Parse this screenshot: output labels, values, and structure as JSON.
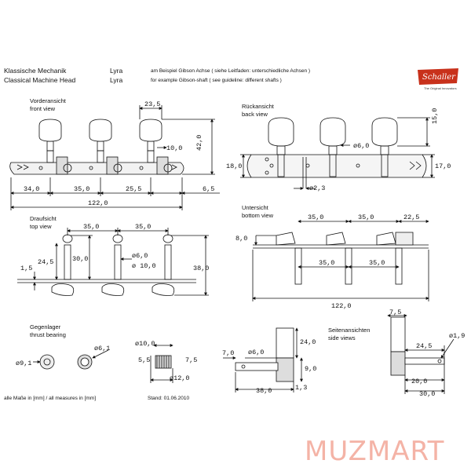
{
  "header": {
    "title_de": "Klassische Mechanik",
    "title_en": "Classical Machine Head",
    "model_de": "Lyra",
    "model_en": "Lyra",
    "note_de": "am Beispiel Gibson Achse ( siehe Leitfaden: unterschiedliche Achsen )",
    "note_en": "for example Gibson-shaft ( see guideline: different shafts )"
  },
  "logo": {
    "name": "Schaller",
    "tagline": "The Original Innovators"
  },
  "views": {
    "front": {
      "label_de": "Vorderansicht",
      "label_en": "front view"
    },
    "back": {
      "label_de": "Rückansicht",
      "label_en": "back view"
    },
    "top": {
      "label_de": "Draufsicht",
      "label_en": "top view"
    },
    "bottom": {
      "label_de": "Untersicht",
      "label_en": "bottom view"
    },
    "thrust": {
      "label_de": "Gegenlager",
      "label_en": "thrust bearing"
    },
    "side": {
      "label_de": "Seitenansichten",
      "label_en": "side views"
    }
  },
  "dims": {
    "front": [
      "23,5",
      "10,0",
      "42,0",
      "34,0",
      "35,0",
      "25,5",
      "6,5",
      "122,0"
    ],
    "back": [
      "15,0",
      "ø6,0",
      "18,0",
      "17,0",
      "ø2,3"
    ],
    "top": [
      "35,0",
      "35,0",
      "24,5",
      "30,0",
      "ø6,0",
      "ø 10,0",
      "1,5",
      "38,0"
    ],
    "bottom": [
      "35,0",
      "35,0",
      "22,5",
      "8,0",
      "35,0",
      "35,0",
      "122,0"
    ],
    "thrust": [
      "ø9,1",
      "ø6,1",
      "ø10,0",
      "5,5",
      "7,5",
      "ø12,0"
    ],
    "side_left": [
      "24,0",
      "7,0",
      "ø6,0",
      "9,0",
      "1,3",
      "38,0"
    ],
    "side_right": [
      "7,5",
      "24,5",
      "ø1,9",
      "20,0",
      "30,0"
    ]
  },
  "footer": {
    "measures": "alle Maße in [mm] / all measures in [mm]",
    "date": "Stand: 01.06.2010"
  },
  "brand_mark": "MUZMART"
}
